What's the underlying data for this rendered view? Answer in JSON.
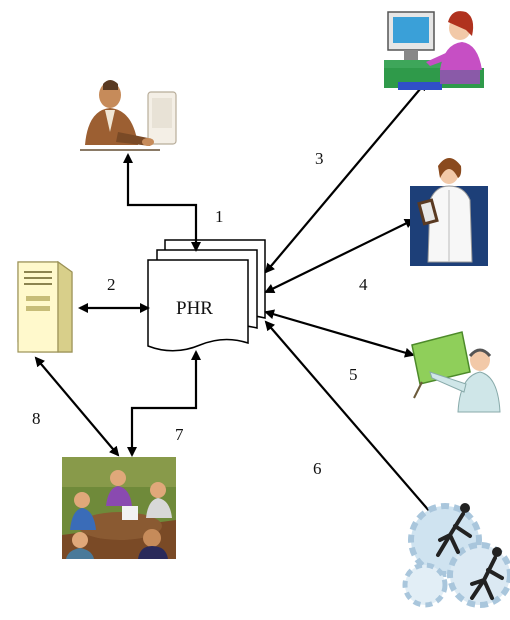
{
  "diagram": {
    "center": {
      "label": "PHR"
    },
    "connections": [
      {
        "number": "1",
        "actor": "office-worker-computer-icon"
      },
      {
        "number": "2",
        "actor": "server-icon"
      },
      {
        "number": "3",
        "actor": "woman-at-computer-icon"
      },
      {
        "number": "4",
        "actor": "nurse-with-clipboard-icon"
      },
      {
        "number": "5",
        "actor": "presenter-with-board-icon"
      },
      {
        "number": "6",
        "actor": "running-figures-gears-icon"
      },
      {
        "number": "7",
        "actor": "meeting-group-icon"
      },
      {
        "number": "8",
        "actor": "server-to-meeting-link"
      }
    ]
  },
  "colors": {
    "line": "#000000",
    "server_fill": "#fff9cc",
    "doc_fill": "#ffffff"
  }
}
